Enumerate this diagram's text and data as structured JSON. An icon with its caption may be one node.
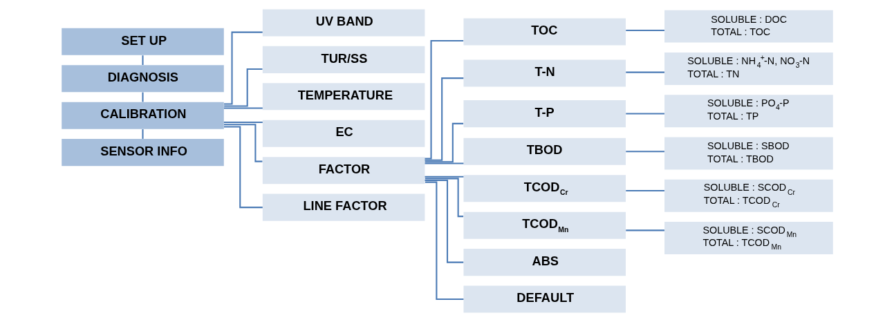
{
  "diagram": {
    "nodes": [
      {
        "text": [
          "SET UP"
        ]
      },
      {
        "text": [
          "DIAGNOSIS"
        ]
      },
      {
        "text": [
          "CALIBRATION"
        ]
      },
      {
        "text": [
          "SENSOR INFO"
        ]
      },
      {
        "text": [
          "UV BAND"
        ]
      },
      {
        "text": [
          "TUR/SS"
        ]
      },
      {
        "text": [
          "TEMPERATURE"
        ]
      },
      {
        "text": [
          "EC"
        ]
      },
      {
        "text": [
          "FACTOR"
        ]
      },
      {
        "text": [
          "LINE FACTOR"
        ]
      },
      {
        "text": [
          "TOC"
        ]
      },
      {
        "text": [
          "T-N"
        ]
      },
      {
        "text": [
          "T-P"
        ]
      },
      {
        "text": [
          "TBOD"
        ]
      },
      {
        "text": [
          "TCOD$_{Cr}$"
        ]
      },
      {
        "text": [
          "TCOD$_{Mn}$"
        ]
      },
      {
        "text": [
          "ABS"
        ]
      },
      {
        "text": [
          "DEFAULT"
        ]
      },
      {
        "text": [
          "SOLUBLE : DOC",
          "TOTAL : TOC"
        ]
      },
      {
        "text": [
          "SOLUBLE : NH$_{4}$$^{+}$-N, NO$_{3}$-N",
          "TOTAL : TN"
        ]
      },
      {
        "text": [
          "SOLUBLE : PO$_{4}$-P",
          "TOTAL : TP"
        ]
      },
      {
        "text": [
          "SOLUBLE : SBOD",
          "TOTAL : TBOD"
        ]
      },
      {
        "text": [
          "SOLUBLE : SCOD$_{Cr}$",
          "TOTAL : TCOD$_{Cr}$"
        ]
      },
      {
        "text": [
          "SOLUBLE : SCOD$_{Mn}$",
          "TOTAL : TCOD$_{Mn}$"
        ]
      }
    ],
    "edges": [
      {
        "from": 0,
        "to": 1,
        "arrow": "none"
      },
      {
        "from": 1,
        "to": 2,
        "arrow": "none"
      },
      {
        "from": 2,
        "to": 3,
        "arrow": "none"
      },
      {
        "from": 2,
        "to": 4,
        "arrow": "none"
      },
      {
        "from": 2,
        "to": 5,
        "arrow": "none"
      },
      {
        "from": 2,
        "to": 6,
        "arrow": "none"
      },
      {
        "from": 2,
        "to": 7,
        "arrow": "none"
      },
      {
        "from": 2,
        "to": 8,
        "arrow": "none"
      },
      {
        "from": 2,
        "to": 9,
        "arrow": "none"
      },
      {
        "from": 8,
        "to": 10,
        "arrow": "none"
      },
      {
        "from": 8,
        "to": 11,
        "arrow": "none"
      },
      {
        "from": 8,
        "to": 12,
        "arrow": "none"
      },
      {
        "from": 8,
        "to": 13,
        "arrow": "none"
      },
      {
        "from": 8,
        "to": 14,
        "arrow": "none"
      },
      {
        "from": 8,
        "to": 15,
        "arrow": "none"
      },
      {
        "from": 8,
        "to": 16,
        "arrow": "none"
      },
      {
        "from": 8,
        "to": 17,
        "arrow": "none"
      },
      {
        "from": 10,
        "to": 18,
        "arrow": "none"
      },
      {
        "from": 11,
        "to": 19,
        "arrow": "none"
      },
      {
        "from": 12,
        "to": 20,
        "arrow": "none"
      },
      {
        "from": 13,
        "to": 21,
        "arrow": "none"
      },
      {
        "from": 14,
        "to": 22,
        "arrow": "none"
      },
      {
        "from": 15,
        "to": 23,
        "arrow": "none"
      }
    ]
  }
}
